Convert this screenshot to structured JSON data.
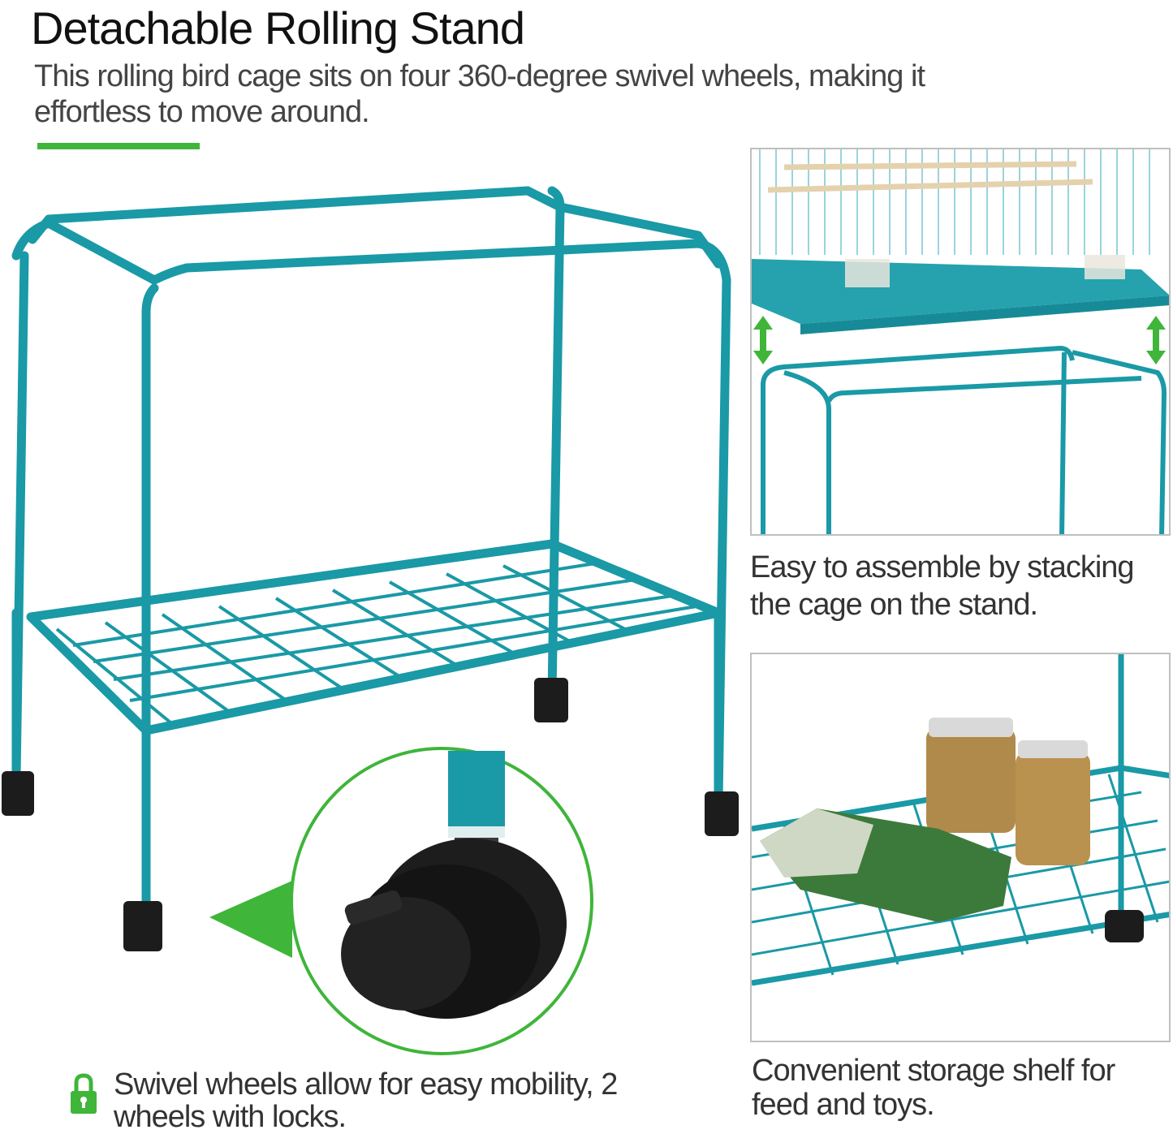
{
  "heading": {
    "title": "Detachable Rolling Stand",
    "subtitle": "This rolling bird cage sits on four 360-degree swivel wheels, making it effortless to move around."
  },
  "features": [
    {
      "caption": "Easy to assemble by stacking the cage on the stand.",
      "icon": "up-down-arrow-icon"
    },
    {
      "caption": "Convenient storage shelf for feed and toys.",
      "icon": "jar-icon"
    },
    {
      "caption": "Swivel wheels allow for easy mobility, 2 wheels with locks.",
      "icon": "lock-icon"
    }
  ],
  "colors": {
    "accent": "#3fb53a",
    "teal": "#1a99a6",
    "wheel": "#1c1c1c",
    "text": "#333333"
  }
}
